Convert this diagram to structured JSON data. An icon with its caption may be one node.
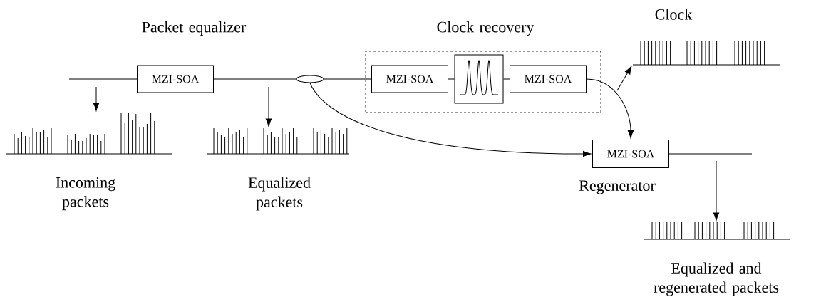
{
  "diagram": {
    "nodes": [
      {
        "text": [
          "MZI-SOA"
        ],
        "beside": [
          "Packet equalizer"
        ]
      },
      {
        "text": [],
        "shape": "ellipse"
      },
      {
        "text": [
          "Clock recovery"
        ]
      },
      {
        "text": [
          "MZI-SOA"
        ],
        "in": 2
      },
      {
        "text": [],
        "shape": "picture",
        "in": 2
      },
      {
        "text": [
          "MZI-SOA"
        ],
        "in": 2
      },
      {
        "text": [
          "MZI-SOA"
        ],
        "beside": [
          "Regenerator"
        ]
      },
      {
        "text": [],
        "shape": "picture",
        "beside": [
          "Incoming packets"
        ]
      },
      {
        "text": [],
        "shape": "picture",
        "beside": [
          "Equalized packets"
        ]
      },
      {
        "text": [],
        "shape": "picture",
        "beside": [
          "Clock"
        ]
      },
      {
        "text": [],
        "shape": "picture",
        "beside": [
          "Equalized and regenerated packets"
        ]
      }
    ],
    "edges": [
      {
        "from": null,
        "to": 0,
        "arrow": "none"
      },
      {
        "from": 0,
        "to": 1,
        "arrow": "none"
      },
      {
        "from": 1,
        "to": 3,
        "arrow": "none"
      },
      {
        "from": 3,
        "to": 4,
        "arrow": "none"
      },
      {
        "from": 4,
        "to": 5,
        "arrow": "none"
      },
      {
        "from": 5,
        "to": 6,
        "arrow": "to"
      },
      {
        "from": 1,
        "to": 6,
        "arrow": "to"
      },
      {
        "from": 6,
        "to": null,
        "arrow": "none"
      },
      {
        "from": null,
        "to": 7,
        "arrow": "to"
      },
      {
        "from": null,
        "to": 8,
        "arrow": "to"
      },
      {
        "from": null,
        "to": 9,
        "arrow": "to"
      },
      {
        "from": null,
        "to": 10,
        "arrow": "to"
      }
    ]
  }
}
